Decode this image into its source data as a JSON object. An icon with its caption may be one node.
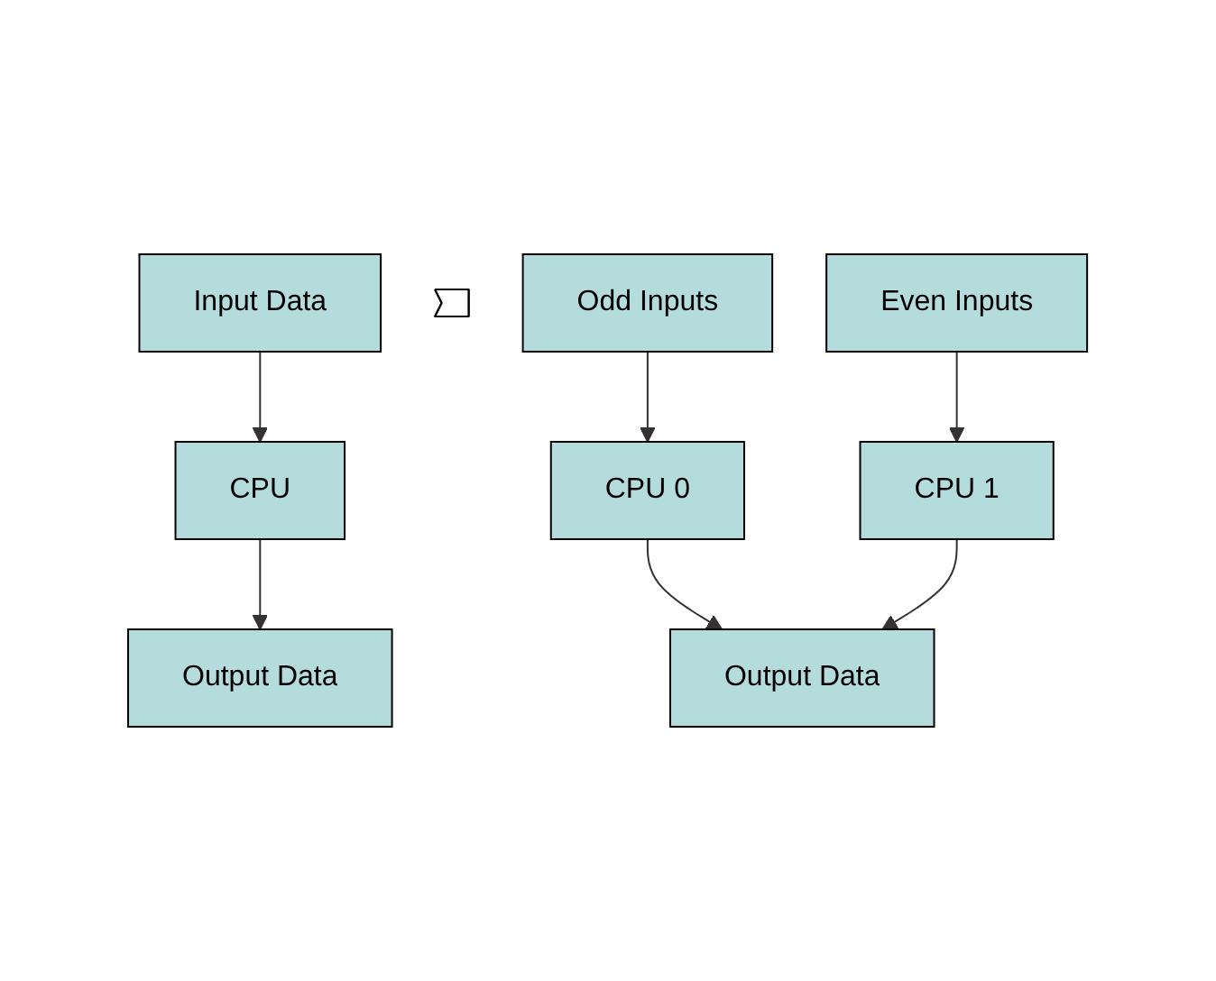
{
  "diagram": {
    "nodes": [
      {
        "text": [
          "Input Data"
        ]
      },
      {
        "text": [
          "CPU"
        ]
      },
      {
        "text": [
          "Output Data"
        ]
      },
      {
        "text": [],
        "shape": "arrow"
      },
      {
        "text": [
          "Odd Inputs"
        ]
      },
      {
        "text": [
          "Even Inputs"
        ]
      },
      {
        "text": [
          "CPU 0"
        ]
      },
      {
        "text": [
          "CPU 1"
        ]
      },
      {
        "text": [
          "Output Data"
        ]
      }
    ],
    "edges": [
      {
        "from": 0,
        "to": 1,
        "arrow": "to"
      },
      {
        "from": 1,
        "to": 2,
        "arrow": "to"
      },
      {
        "from": 4,
        "to": 6,
        "arrow": "to"
      },
      {
        "from": 5,
        "to": 7,
        "arrow": "to"
      },
      {
        "from": 6,
        "to": 8,
        "arrow": "to"
      },
      {
        "from": 7,
        "to": 8,
        "arrow": "to"
      }
    ]
  }
}
